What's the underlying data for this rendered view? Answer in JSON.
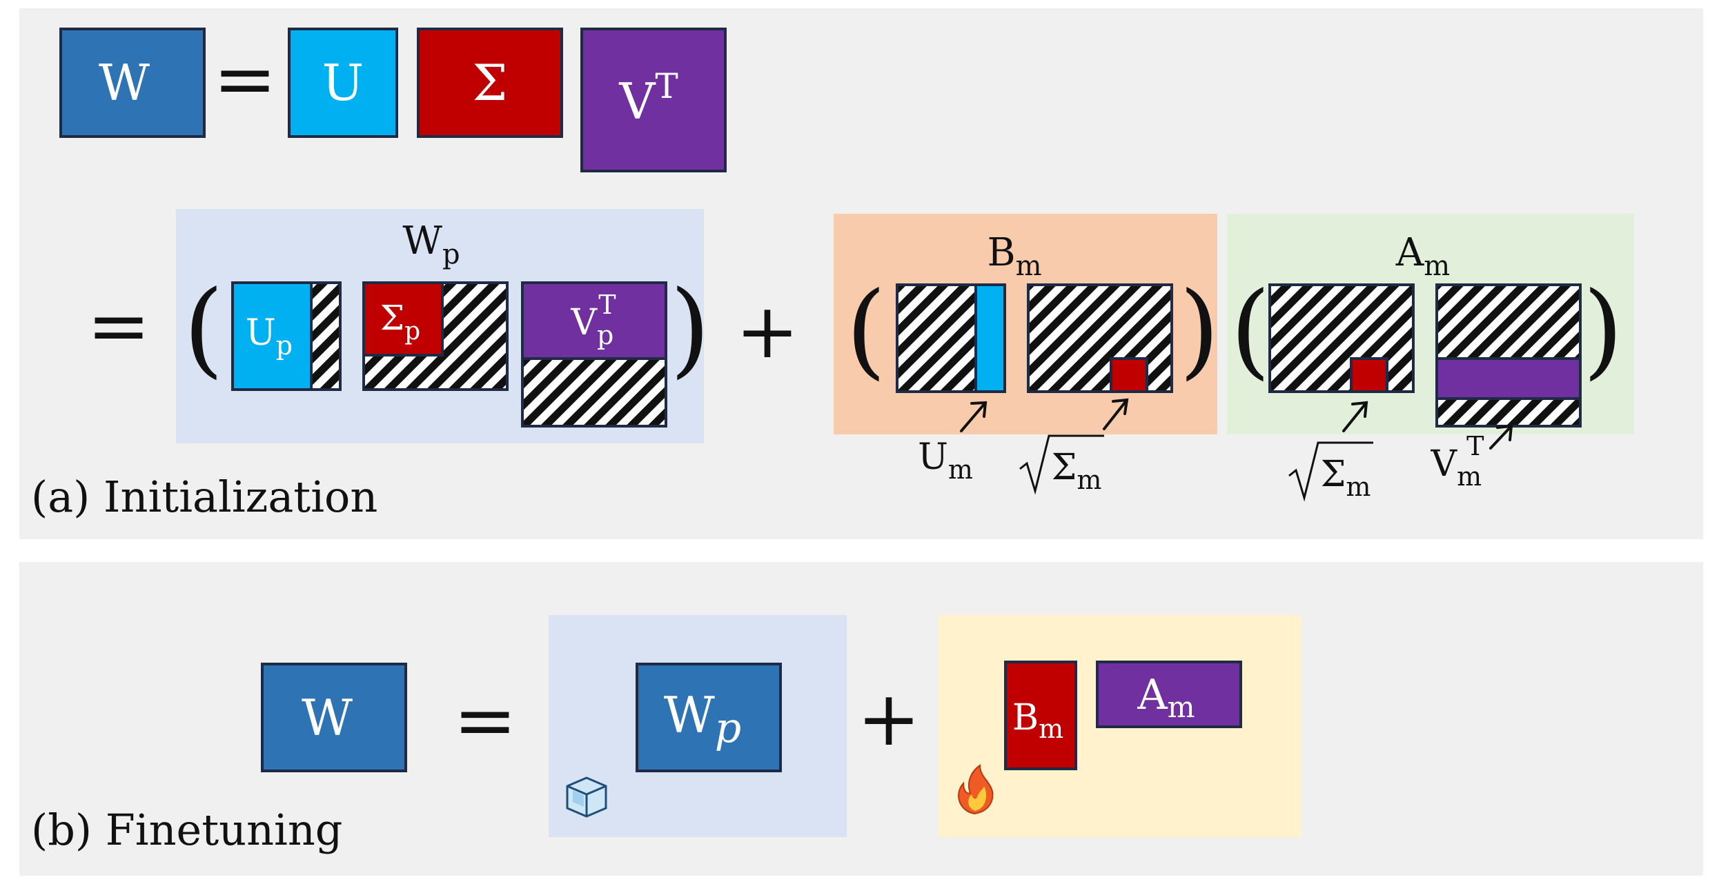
{
  "colors": {
    "panel_bg": "#f0f0f0",
    "w_blue": "#2e74b5",
    "u_cyan": "#00b0f0",
    "sigma_red": "#c00000",
    "v_purple": "#7030a0",
    "wp_region": "#dae3f3",
    "bm_region": "#f8cbad",
    "am_region": "#e2efda",
    "trainable_region": "#fff2cc",
    "border": "#1f2a44",
    "white_text": "#ffffff",
    "black_text": "#111111"
  },
  "panel_a": {
    "caption": "(a) Initialization",
    "svd": {
      "w": "W",
      "eq": "=",
      "u": "U",
      "sigma": "Σ",
      "v_base": "V",
      "v_sup": "T"
    },
    "row2": {
      "eq": "=",
      "open_paren": "(",
      "close_paren": ")",
      "plus": "+",
      "wp_label": {
        "base": "W",
        "sub": "p"
      },
      "up_block": {
        "base": "U",
        "sub": "p"
      },
      "sigp_block": {
        "base": "Σ",
        "sub": "p"
      },
      "vpt_block": {
        "base": "V",
        "sub": "p",
        "sup": "T"
      },
      "bm_label": {
        "base": "B",
        "sub": "m"
      },
      "am_label": {
        "base": "A",
        "sub": "m"
      },
      "um_callout": {
        "base": "U",
        "sub": "m"
      },
      "sqrt_sigma_bm": {
        "radical": "√",
        "base": "Σ",
        "sub": "m"
      },
      "sqrt_sigma_am": {
        "radical": "√",
        "base": "Σ",
        "sub": "m"
      },
      "vmt_callout": {
        "base": "V",
        "sub": "m",
        "sup": "T"
      }
    }
  },
  "panel_b": {
    "caption": "(b) Finetuning",
    "w": "W",
    "eq": "=",
    "plus": "+",
    "wp_block": {
      "base": "W",
      "sub": "p"
    },
    "bm_block": {
      "base": "B",
      "sub": "m"
    },
    "am_block": {
      "base": "A",
      "sub": "m"
    },
    "frozen_icon": "ice-cube-icon",
    "trainable_icon": "fire-icon"
  }
}
